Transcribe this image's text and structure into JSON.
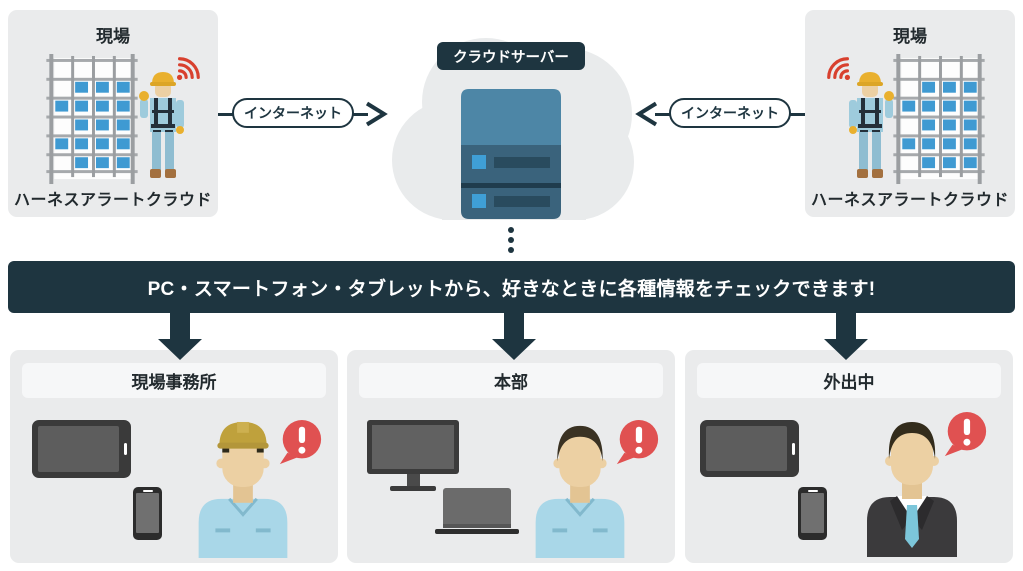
{
  "top": {
    "site_left": {
      "title": "現場",
      "label": "ハーネスアラートクラウド"
    },
    "site_right": {
      "title": "現場",
      "label": "ハーネスアラートクラウド"
    },
    "cloud": {
      "label": "クラウドサーバー"
    },
    "internet_left": {
      "label": "インターネット"
    },
    "internet_right": {
      "label": "インターネット"
    }
  },
  "banner": {
    "text": "PC・スマートフォン・タブレットから、好きなときに各種情報をチェックできます!"
  },
  "panels": [
    {
      "title": "現場事務所",
      "devices": [
        "tablet",
        "smartphone"
      ],
      "person": "worker-with-helmet",
      "alert": "exclamation"
    },
    {
      "title": "本部",
      "devices": [
        "desktop-monitor",
        "laptop"
      ],
      "person": "worker",
      "alert": "exclamation"
    },
    {
      "title": "外出中",
      "devices": [
        "tablet",
        "smartphone"
      ],
      "person": "businessman",
      "alert": "exclamation"
    }
  ],
  "icons": {
    "wifi_signal": "red radio waves",
    "alert_bubble": "red speech balloon with white exclamation mark",
    "cloud": "light gray cloud",
    "server": "blue rack server",
    "scaffold": "gray scaffolding rack with blue boxes"
  },
  "colors": {
    "dark_navy": "#1e3540",
    "box_bg": "#eaebec",
    "header_bg": "#f6f7f8",
    "alert_red": "#e05151",
    "wifi_red": "#d8402e",
    "accent_blue": "#3f9ad2",
    "server_top": "#4d86a6",
    "server_body": "#3a637c",
    "shirt_blue": "#a9d7e8",
    "helmet_yellow": "#e9b02e",
    "helmet_olive": "#bfa13c",
    "suit_dark": "#3b3a3c",
    "tie_blue": "#7cc6da"
  }
}
